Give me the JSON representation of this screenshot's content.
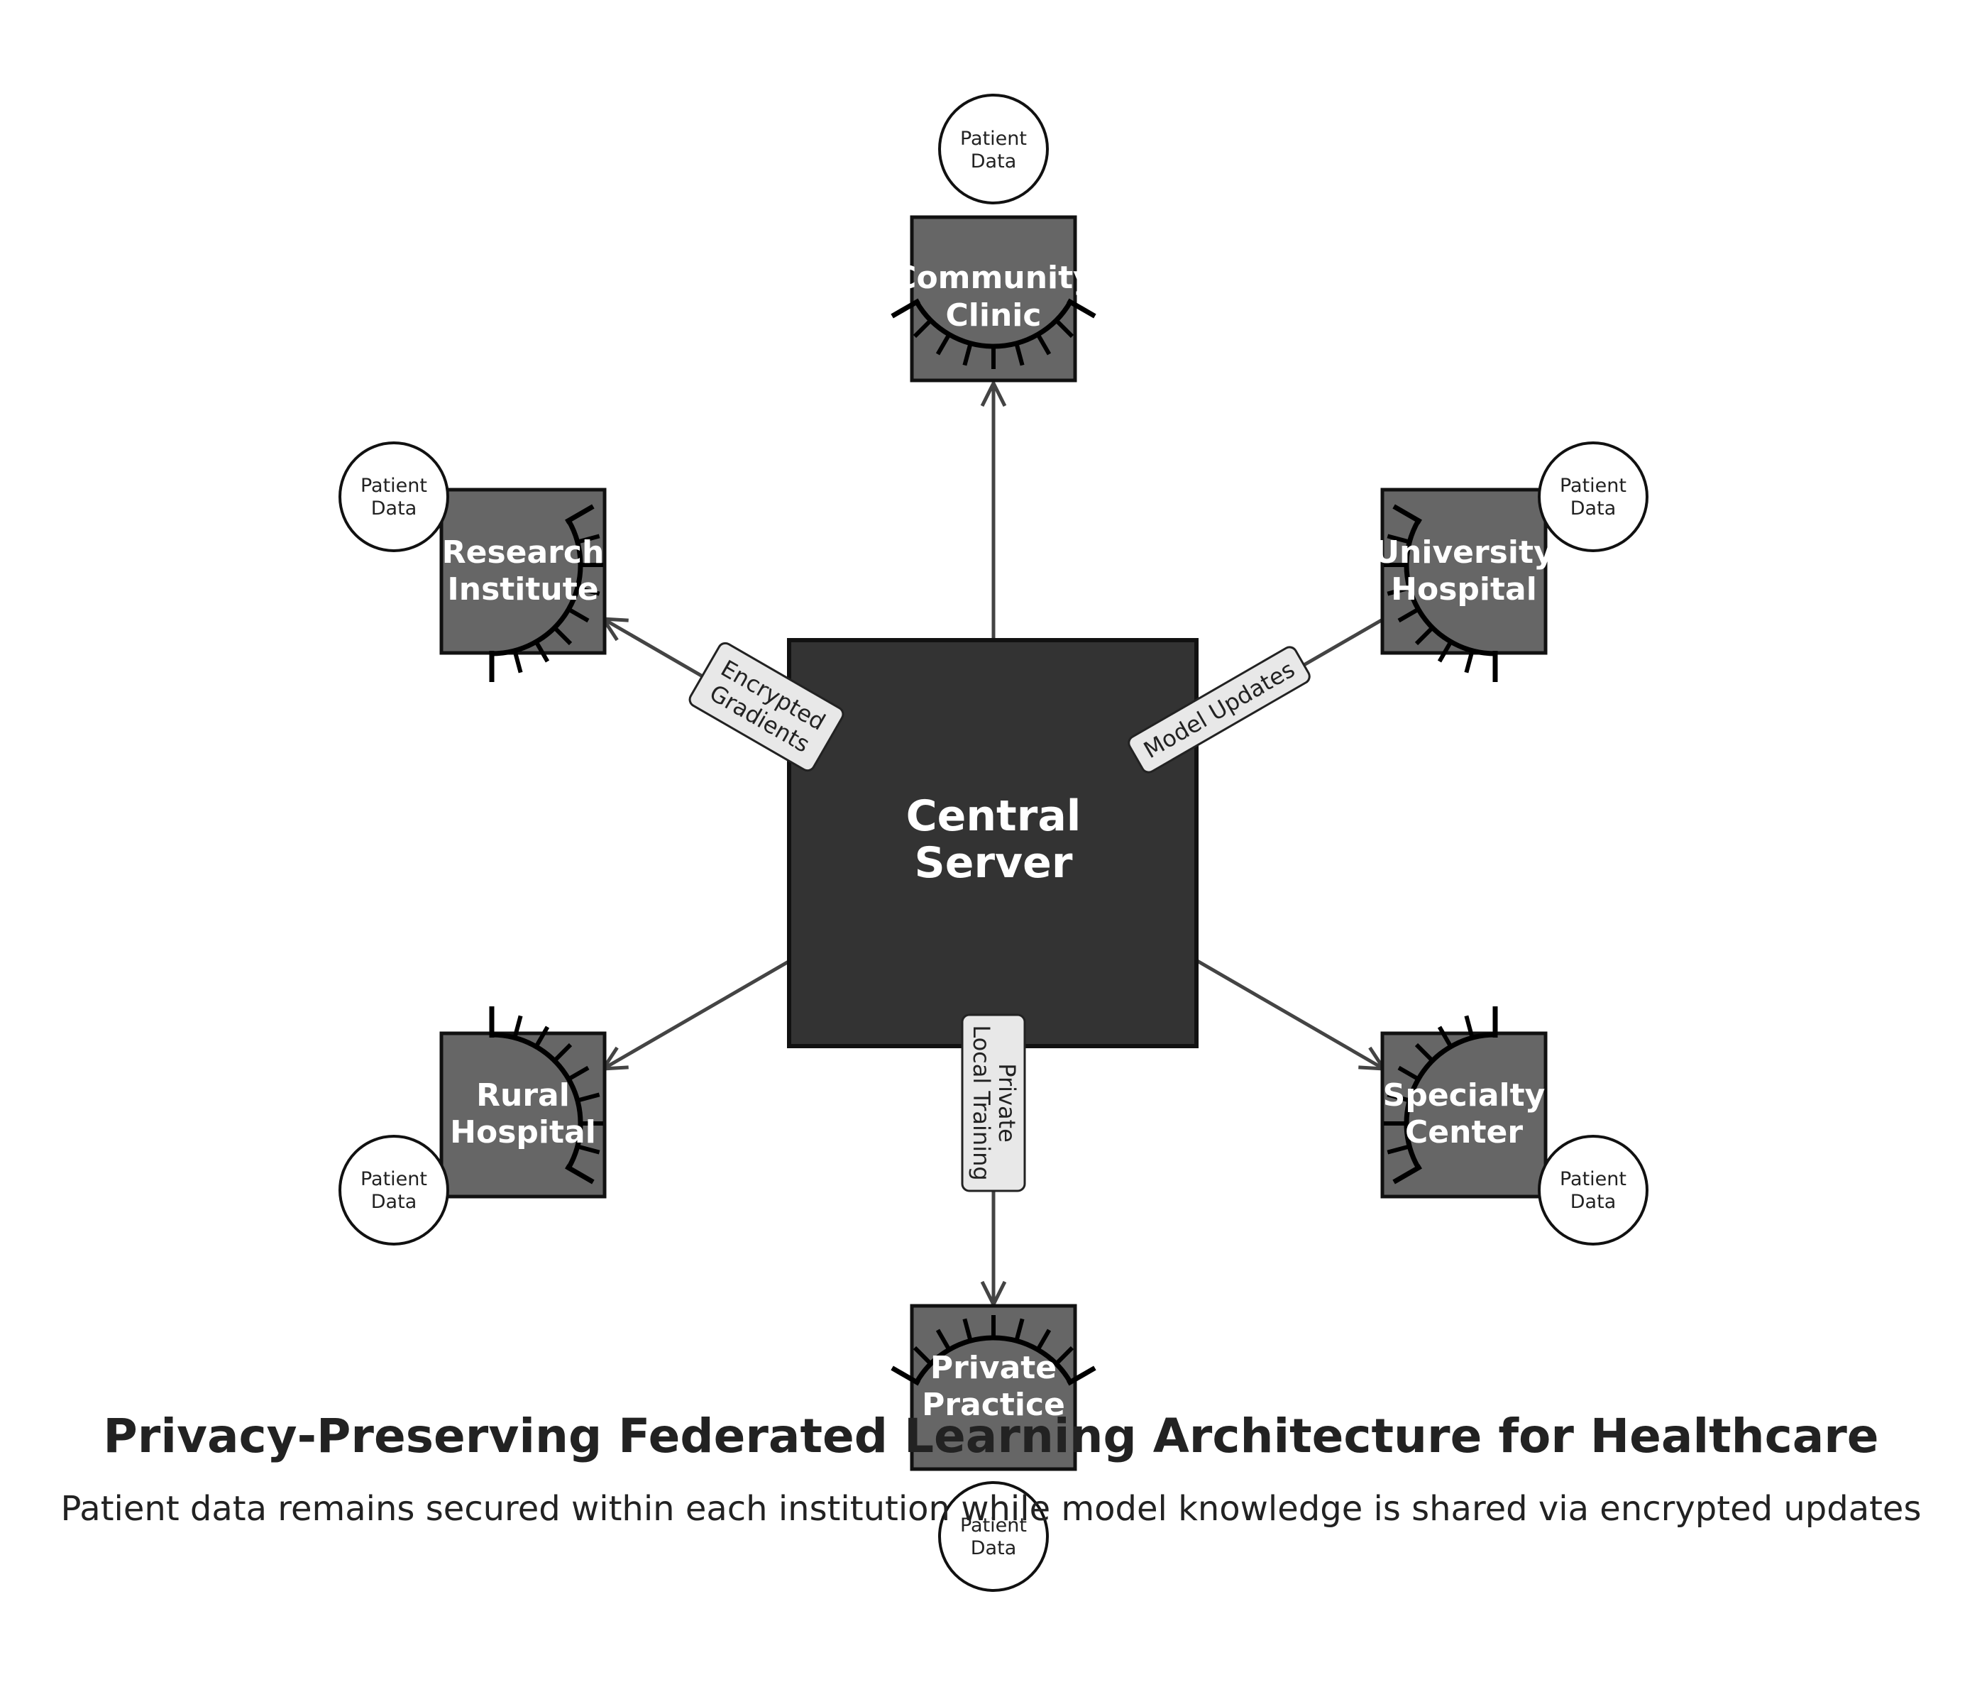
{
  "colors": {
    "central_fill": "#333333",
    "node_fill": "#666666",
    "edge": "#444444",
    "label_box": "#e8e8e8",
    "text_light": "#ffffff",
    "text_dark": "#222222"
  },
  "central": {
    "line1": "Central",
    "line2": "Server"
  },
  "nodes": [
    {
      "line1": "Community",
      "line2": "Clinic",
      "data_line1": "Patient",
      "data_line2": "Data"
    },
    {
      "line1": "University",
      "line2": "Hospital",
      "data_line1": "Patient",
      "data_line2": "Data"
    },
    {
      "line1": "Specialty",
      "line2": "Center",
      "data_line1": "Patient",
      "data_line2": "Data"
    },
    {
      "line1": "Private",
      "line2": "Practice",
      "data_line1": "Patient",
      "data_line2": "Data"
    },
    {
      "line1": "Rural",
      "line2": "Hospital",
      "data_line1": "Patient",
      "data_line2": "Data"
    },
    {
      "line1": "Research",
      "line2": "Institute",
      "data_line1": "Patient",
      "data_line2": "Data"
    }
  ],
  "edge_labels": {
    "encrypted_1": "Encrypted",
    "encrypted_2": "Gradients",
    "model_updates": "Model Updates",
    "private_1": "Private",
    "private_2": "Local Training"
  },
  "title": "Privacy-Preserving Federated Learning Architecture for Healthcare",
  "subtitle": "Patient data remains secured within each institution while model knowledge is shared via encrypted updates"
}
